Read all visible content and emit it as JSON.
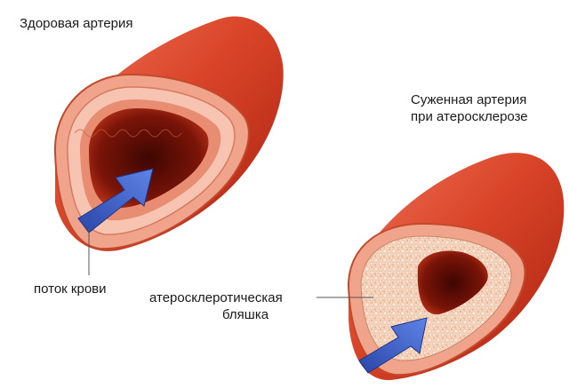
{
  "labels": {
    "healthy_artery": "Здоровая артерия",
    "narrowed_artery": [
      "Суженная артерия",
      "при атеросклерозе"
    ],
    "blood_flow": "поток крови",
    "plaque": [
      "атеросклеротическая",
      "бляшка"
    ]
  },
  "colors": {
    "vessel_outer": "#c93219",
    "vessel_highlight": "#f0735a",
    "vessel_inner": "#6a0e05",
    "vessel_wall_pink": "#f2b3a0",
    "plaque": "#f7d9c4",
    "arrow": "#3a5fc8"
  },
  "icons": {
    "flow_arrow": "blue-arrow-icon"
  }
}
